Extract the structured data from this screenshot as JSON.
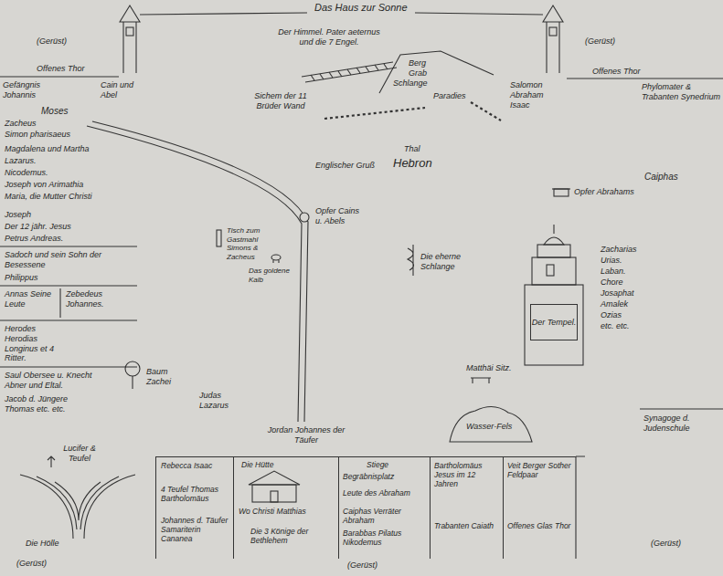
{
  "diagram": {
    "title": "Das Haus zur Sonne",
    "nodes": [
      {
        "text": [
          "Der Tempel."
        ]
      },
      {
        "text": [
          "Rebecca Isaac",
          "4 Teufel Thomas Bartholomäus",
          "Johannes d. Täufer Samariterin Cananea"
        ]
      },
      {
        "text": [
          "Die Hütte",
          "Wo Christi Matthias",
          "Die 3 Könige der Bethlehem"
        ]
      },
      {
        "text": [
          "Stiege",
          "Begräbnisplatz",
          "Leute des Abraham",
          "Caiphas Verräter Abraham",
          "Barabbas Pilatus Nikodemus"
        ]
      },
      {
        "text": [
          "Bartholomäus Jesus im 12 Jahren",
          "Trabanten Caiath"
        ]
      },
      {
        "text": [
          "Veit Berger Sother Feldpaar",
          "Offenes Glas Thor"
        ]
      }
    ],
    "labels": [
      "(Gerüst)",
      "(Gerüst)",
      "Der Himmel. Pater aeternus und die 7 Engel.",
      "Offenes Thor",
      "Offenes Thor",
      "Gefängnis Johannis",
      "Cain und Abel",
      "Sichem der 11 Brüder Wand",
      "Berg Grab",
      "Schlange",
      "Paradies",
      "Salomon Abraham Isaac",
      "Phylomater & Trabanten Synedrium",
      "Moses",
      "Thal",
      "Englischer Gruß",
      "Hebron",
      "Caiphas",
      "Opfer Abrahams",
      "Opfer Cains u. Abels",
      "Tisch zum Gastmahl Simons & Zacheus",
      "Das goldene Kalb",
      "Die eherne Schlange",
      "Zacharias",
      "Urias.",
      "Laban.",
      "Chore",
      "Josaphat",
      "Amalek",
      "Ozias",
      "etc. etc.",
      "Zacheus",
      "Simon pharisaeus",
      "Magdalena und Martha",
      "Lazarus.",
      "Nicodemus.",
      "Joseph von Arimathia",
      "Maria, die Mutter Christi",
      "Joseph",
      "Der 12 jähr. Jesus",
      "Petrus Andreas.",
      "Sadoch und sein Sohn der Besessene",
      "Philippus",
      "Annas Seine Leute",
      "Zebedeus Johannes.",
      "Herodes Herodias Longinus et 4 Ritter.",
      "Saul Obersee u. Knecht Abner und Eltal.",
      "Jacob d. Jüngere Thomas etc. etc.",
      "Matthäi Sitz.",
      "Baum Zachei",
      "Judas Lazarus",
      "Jordan Johannes der Täufer",
      "Wasser-Fels",
      "Synagoge d. Judenschule",
      "Lucifer & Teufel",
      "Die Hölle",
      "(Gerüst)",
      "(Gerüst)",
      "(Gerüst)"
    ]
  }
}
